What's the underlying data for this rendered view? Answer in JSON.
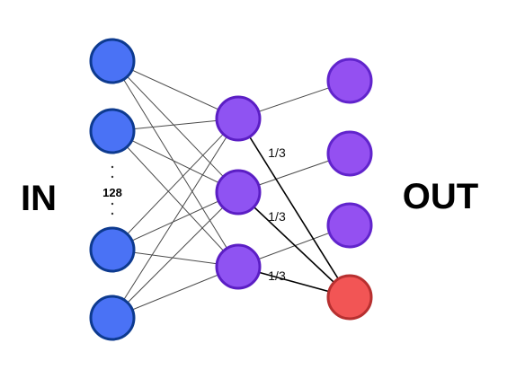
{
  "labels": {
    "input": "IN",
    "output": "OUT",
    "input_count": "128"
  },
  "weights": [
    "1/3",
    "1/3",
    "1/3"
  ],
  "colors": {
    "input_node": "#4a72f5",
    "hidden_node": "#8f53f2",
    "output_node": "#9450f1",
    "highlight_node": "#f25555"
  }
}
